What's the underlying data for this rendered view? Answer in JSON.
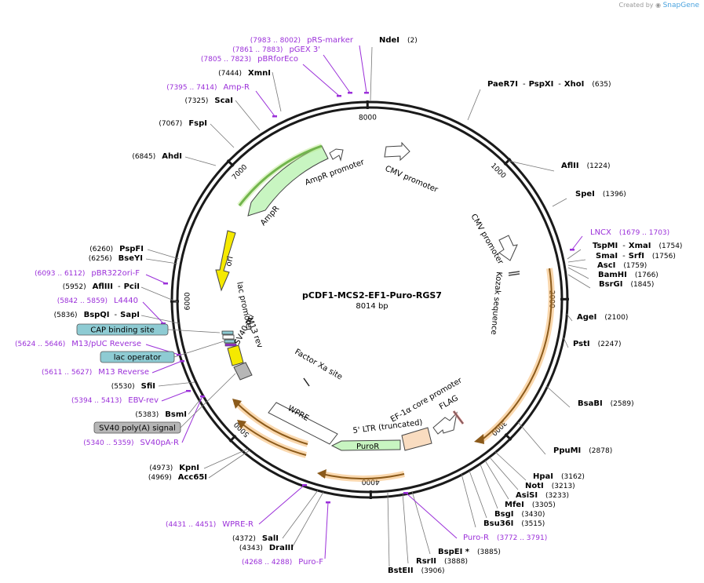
{
  "app": {
    "brand_prefix": "Created by",
    "brand_name": "SnapGene"
  },
  "plasmid": {
    "name": "pCDF1-MCS2-EF1-Puro-RGS7",
    "length_label": "8014 bp",
    "length": 8014
  },
  "ticks": [
    {
      "label": "1000"
    },
    {
      "label": "2000"
    },
    {
      "label": "3000"
    },
    {
      "label": "4000"
    },
    {
      "label": "5000"
    },
    {
      "label": "6000"
    },
    {
      "label": "7000"
    },
    {
      "label": "8000"
    }
  ],
  "colors": {
    "backbone": "#1a1a1a",
    "enzyme_name": "#000000",
    "primer": "#9b30d9",
    "cds_orange": "#f3a94b",
    "cds_green": "#c8f5c1",
    "ori_yellow": "#f5e900",
    "promoter_white": "#ffffff",
    "feature_teal": "#8ecbd3",
    "feature_grey": "#b6b6b6",
    "enhancer_peach": "#f9dcc0"
  },
  "enzymes": [
    {
      "name": "NdeI",
      "pos": "(2)"
    },
    {
      "name": "PaeR7I",
      "sep1": "-",
      "name2": "PspXI",
      "sep2": "-",
      "name3": "XhoI",
      "pos": "(635)"
    },
    {
      "name": "AflII",
      "pos": "(1224)"
    },
    {
      "name": "SpeI",
      "pos": "(1396)"
    },
    {
      "name": "TspMI",
      "sep1": "-",
      "name2": "XmaI",
      "pos": "(1754)"
    },
    {
      "name": "SmaI",
      "sep1": "-",
      "name2": "SrfI",
      "pos": "(1756)"
    },
    {
      "name": "AscI",
      "pos": "(1759)"
    },
    {
      "name": "BamHI",
      "pos": "(1766)"
    },
    {
      "name": "BsrGI",
      "pos": "(1845)"
    },
    {
      "name": "AgeI",
      "pos": "(2100)"
    },
    {
      "name": "PstI",
      "pos": "(2247)"
    },
    {
      "name": "BsaBI",
      "pos": "(2589)"
    },
    {
      "name": "PpuMI",
      "pos": "(2878)"
    },
    {
      "name": "HpaI",
      "pos": "(3162)"
    },
    {
      "name": "NotI",
      "pos": "(3213)"
    },
    {
      "name": "AsiSI",
      "pos": "(3233)"
    },
    {
      "name": "MfeI",
      "pos": "(3305)"
    },
    {
      "name": "BsgI",
      "pos": "(3430)"
    },
    {
      "name": "Bsu36I",
      "pos": "(3515)"
    },
    {
      "name": "BspEI *",
      "pos": "(3885)"
    },
    {
      "name": "RsrII",
      "pos": "(3888)"
    },
    {
      "name": "BstEII",
      "pos": "(3906)"
    },
    {
      "name": "SalI",
      "pos": "(4372)"
    },
    {
      "name": "DraIII",
      "pos": "(4343)"
    },
    {
      "name": "KpnI",
      "pos": "(4973)"
    },
    {
      "name": "Acc65I",
      "pos": "(4969)"
    },
    {
      "name": "BsmI",
      "pos": "(5383)"
    },
    {
      "name": "SfiI",
      "pos": "(5530)"
    },
    {
      "name": "BspQI",
      "sep1": "-",
      "name2": "SapI",
      "pos": "(5836)"
    },
    {
      "name": "AflIII",
      "sep1": "-",
      "name2": "PciI",
      "pos": "(5952)"
    },
    {
      "name": "BseYI",
      "pos": "(6256)"
    },
    {
      "name": "PspFI",
      "pos": "(6260)"
    },
    {
      "name": "AhdI",
      "pos": "(6845)"
    },
    {
      "name": "FspI",
      "pos": "(7067)"
    },
    {
      "name": "ScaI",
      "pos": "(7325)"
    },
    {
      "name": "XmnI",
      "pos": "(7444)"
    }
  ],
  "primers": [
    {
      "name": "pRS-marker",
      "pos": "(7983 .. 8002)"
    },
    {
      "name": "pGEX 3'",
      "pos": "(7861 .. 7883)"
    },
    {
      "name": "pBRforEco",
      "pos": "(7805 .. 7823)"
    },
    {
      "name": "Amp-R",
      "pos": "(7395 .. 7414)"
    },
    {
      "name": "LNCX",
      "pos": "(1679 .. 1703)"
    },
    {
      "name": "pBR322ori-F",
      "pos": "(6093 .. 6112)"
    },
    {
      "name": "L4440",
      "pos": "(5842 .. 5859)"
    },
    {
      "name": "M13/pUC Reverse",
      "pos": "(5624 .. 5646)"
    },
    {
      "name": "M13 Reverse",
      "pos": "(5611 .. 5627)"
    },
    {
      "name": "EBV-rev",
      "pos": "(5394 .. 5413)"
    },
    {
      "name": "SV40pA-R",
      "pos": "(5340 .. 5359)"
    },
    {
      "name": "WPRE-R",
      "pos": "(4431 .. 4451)"
    },
    {
      "name": "Puro-F",
      "pos": "(4268 .. 4288)"
    },
    {
      "name": "Puro-R",
      "pos": "(3772 .. 3791)"
    }
  ],
  "features_boxed": [
    {
      "label": "CAP binding site"
    },
    {
      "label": "lac operator"
    },
    {
      "label": "SV40 poly(A) signal"
    }
  ],
  "feature_labels": [
    {
      "label": "CMV promoter"
    },
    {
      "label": "CMV promoter"
    },
    {
      "label": "Kozak sequence"
    },
    {
      "label": "AmpR promoter"
    },
    {
      "label": "AmpR"
    },
    {
      "label": "ori"
    },
    {
      "label": "lac promoter"
    },
    {
      "label": "M13 rev"
    },
    {
      "label": "SV40 ori"
    },
    {
      "label": "Factor Xa site"
    },
    {
      "label": "EF-1α core promoter"
    },
    {
      "label": "FLAG"
    },
    {
      "label": "5' LTR (truncated)"
    },
    {
      "label": "WPRE"
    },
    {
      "label": "PuroR"
    }
  ]
}
